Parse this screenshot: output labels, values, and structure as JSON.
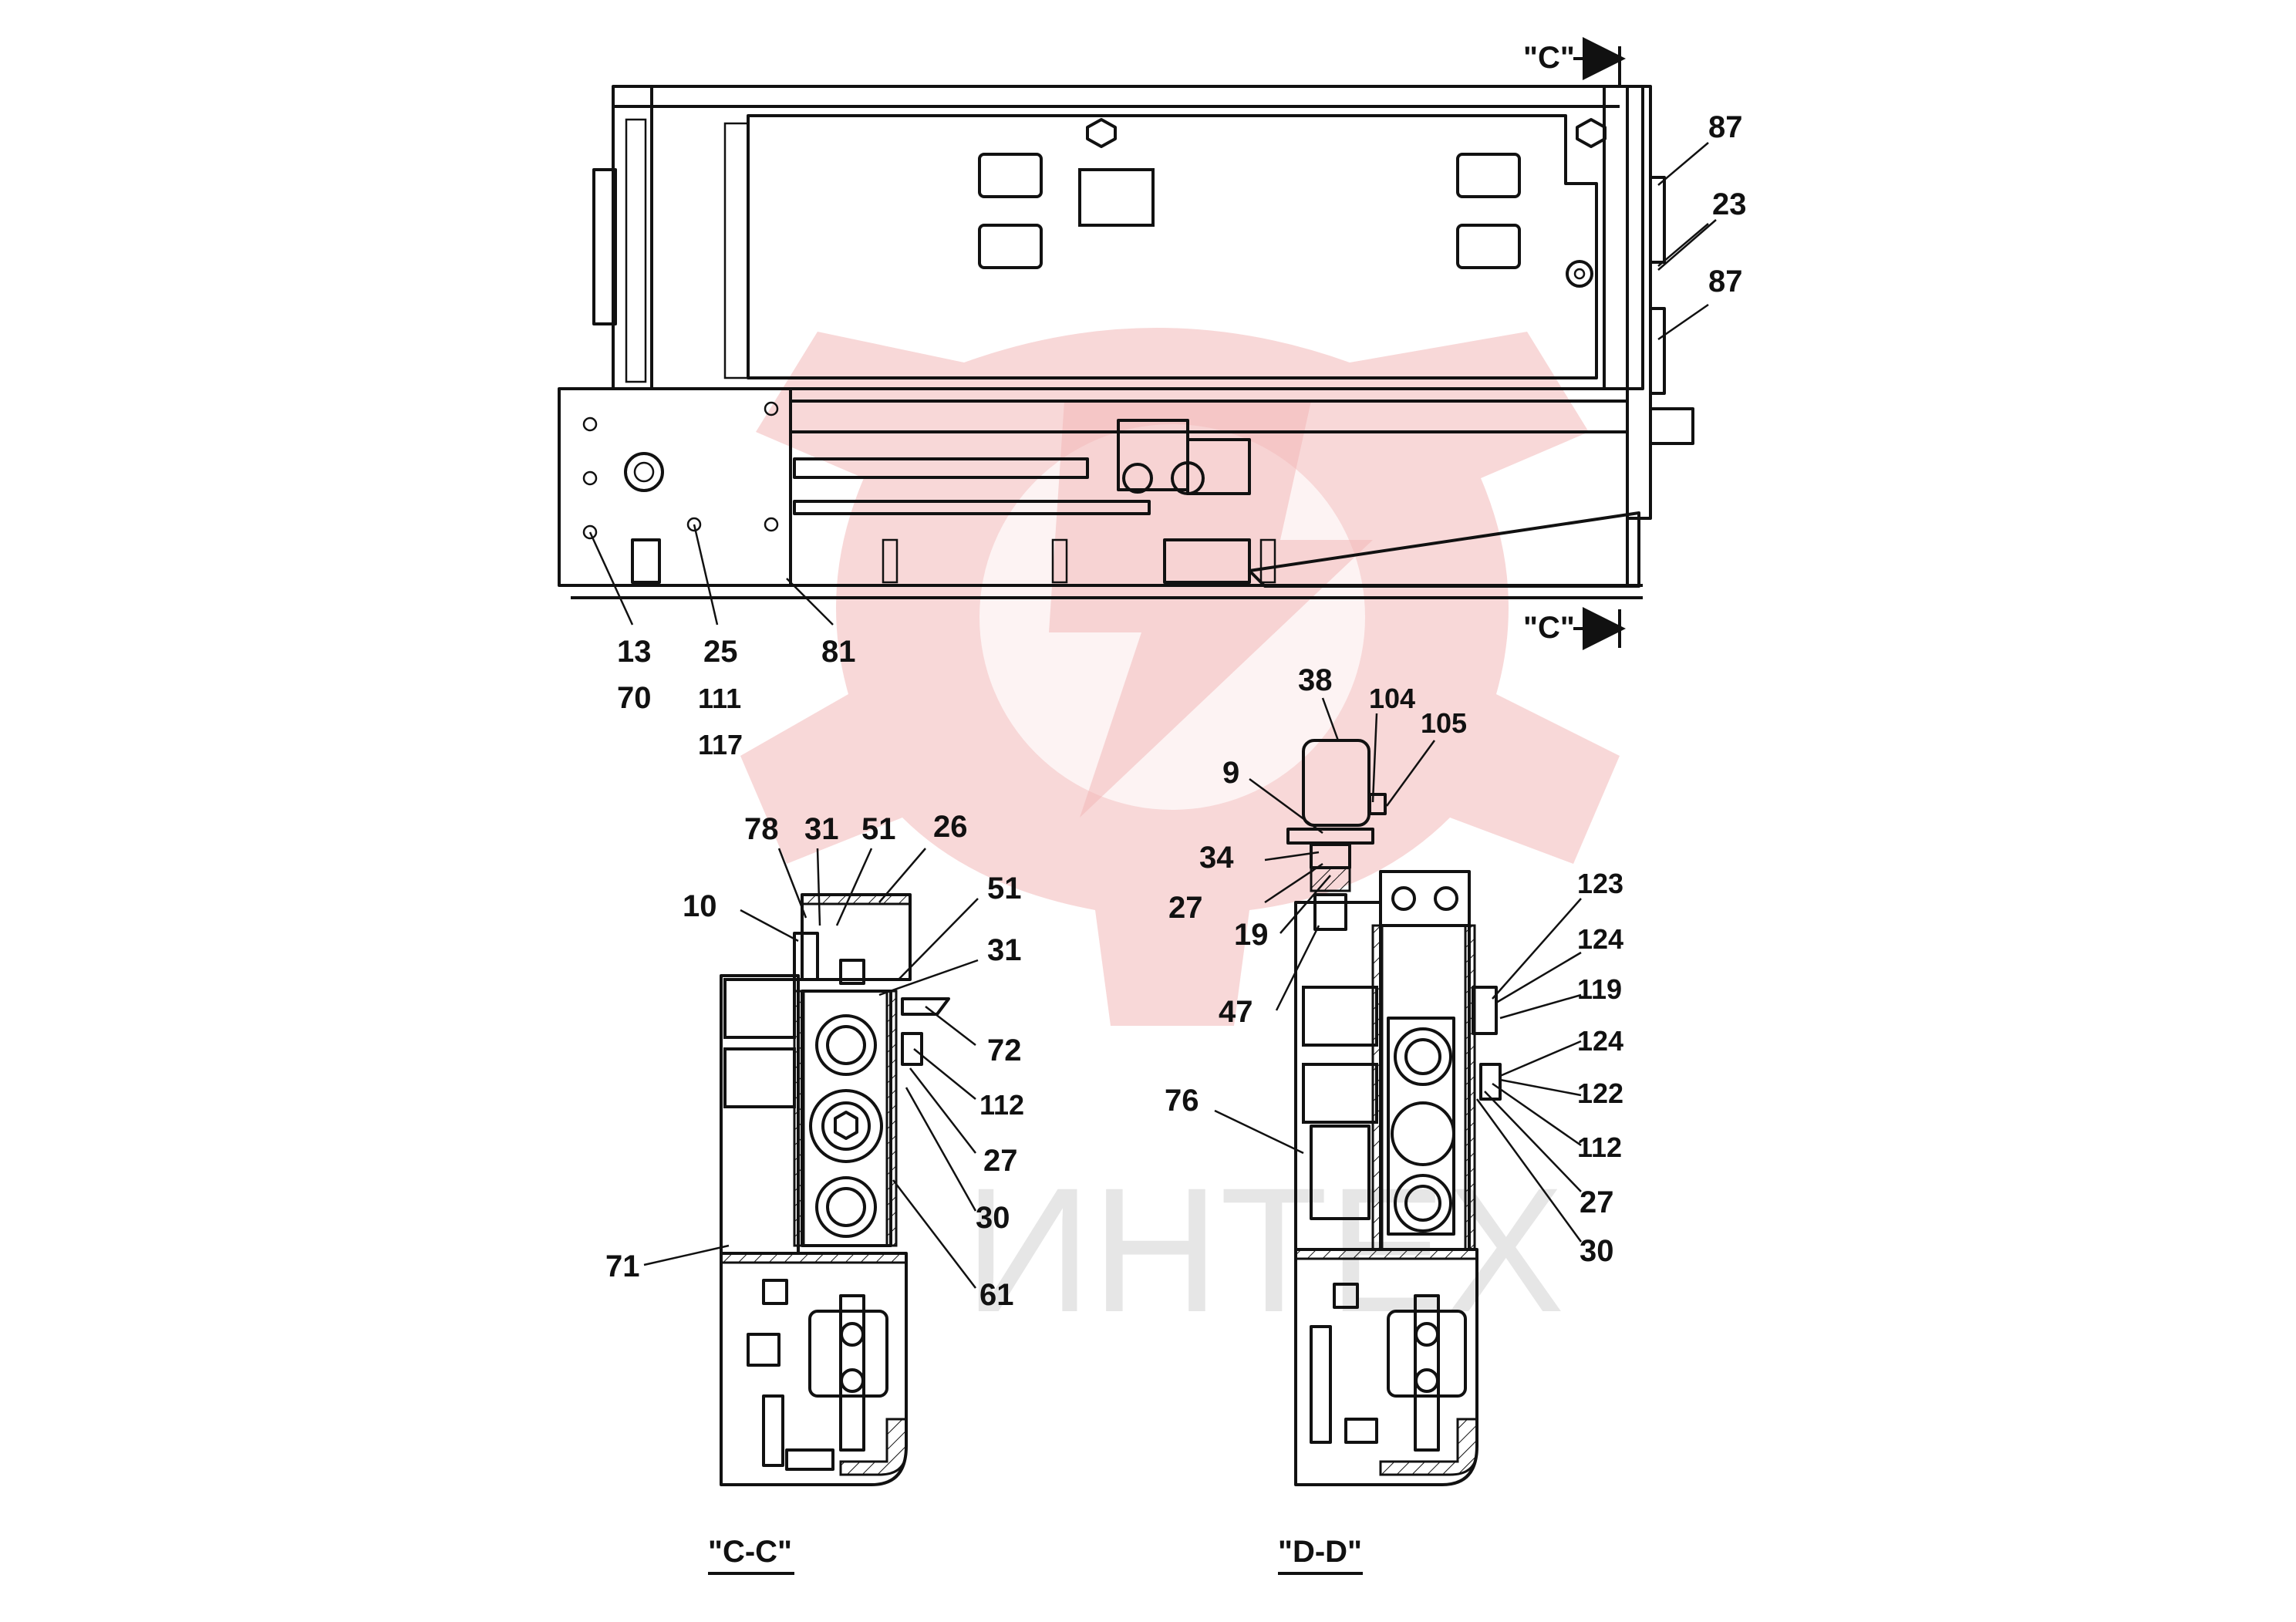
{
  "watermark": {
    "text": "ИНТЕХ",
    "color": "#f3b8b8"
  },
  "section_marks": {
    "top": "\"C\"",
    "bottom": "\"C\""
  },
  "top_view": {
    "callouts": [
      "87",
      "23",
      "87",
      "13",
      "70",
      "25",
      "111",
      "117",
      "81"
    ]
  },
  "view_cc": {
    "title": "\"C-C\"",
    "callouts": [
      "78",
      "31",
      "51",
      "26",
      "10",
      "51",
      "31",
      "72",
      "112",
      "27",
      "30",
      "61",
      "71"
    ]
  },
  "view_dd": {
    "title": "\"D-D\"",
    "callouts": [
      "38",
      "104",
      "105",
      "9",
      "34",
      "27",
      "19",
      "47",
      "76",
      "123",
      "124",
      "119",
      "124",
      "122",
      "112",
      "27",
      "30"
    ]
  }
}
